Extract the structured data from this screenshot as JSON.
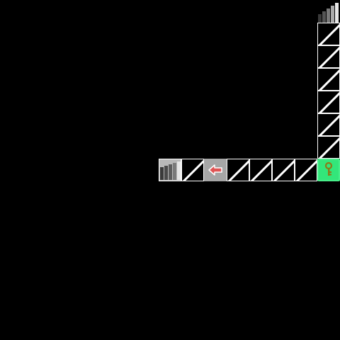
{
  "game": {
    "grid": {
      "cols": 15,
      "rows": 15
    },
    "colors": {
      "background": "#000000",
      "floor_fill": "#000000",
      "floor_border": "#ffffff",
      "floor_stripe": "#ffffff",
      "arrow_bg": "#a6a6a6",
      "arrow_fill": "#e05555",
      "arrow_outline": "#ffffff",
      "goal_bg": "#33e67a",
      "goal_key": "#8c7a18",
      "stairs_dark": "#3a3a3a",
      "stairs_mid": "#7a7a7a",
      "stairs_light": "#e6e6e6",
      "stairs_bg_gray": "#b8b8b8"
    },
    "tiles": [
      {
        "col": 14,
        "row": 0,
        "kind": "stairs-ascending",
        "icon": "signal-stairs-icon"
      },
      {
        "col": 14,
        "row": 1,
        "kind": "floor"
      },
      {
        "col": 14,
        "row": 2,
        "kind": "floor"
      },
      {
        "col": 14,
        "row": 3,
        "kind": "floor"
      },
      {
        "col": 14,
        "row": 4,
        "kind": "floor"
      },
      {
        "col": 14,
        "row": 5,
        "kind": "floor"
      },
      {
        "col": 14,
        "row": 6,
        "kind": "floor"
      },
      {
        "col": 7,
        "row": 7,
        "kind": "stairs-descending",
        "icon": "stairs-down-icon"
      },
      {
        "col": 8,
        "row": 7,
        "kind": "floor"
      },
      {
        "col": 9,
        "row": 7,
        "kind": "arrow-left",
        "icon": "arrow-left-icon"
      },
      {
        "col": 10,
        "row": 7,
        "kind": "floor"
      },
      {
        "col": 11,
        "row": 7,
        "kind": "floor"
      },
      {
        "col": 12,
        "row": 7,
        "kind": "floor"
      },
      {
        "col": 13,
        "row": 7,
        "kind": "floor"
      },
      {
        "col": 14,
        "row": 7,
        "kind": "goal-key",
        "icon": "key-icon"
      }
    ]
  }
}
